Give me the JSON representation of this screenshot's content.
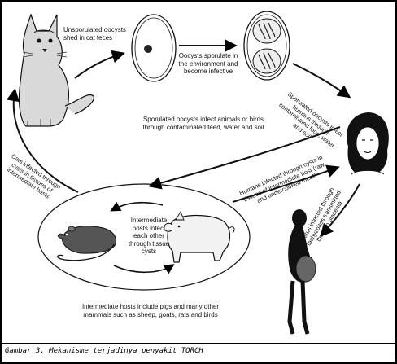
{
  "diagram": {
    "labels": {
      "unsporulated": "Unsporulated oocysts shed in cat feces",
      "sporulate": "Oocysts sporulate in the environment and become infective",
      "sporulated_humans": "Sporulated oocysts infect humans through contaminated food, water and soil",
      "animals_birds": "Sporulated oocysts infect animals or birds through contaminated feed, water and soil",
      "cats_infected": "Cats infected through cysts in tissues of intermediate hosts",
      "intermediate_each": "Intermediate hosts infect each other through tissue cysts",
      "humans_infected": "Humans infected through cysts in tissues of intermediate host (raw and undercooked meat)",
      "fetus": "Fetus infected through tachyzoites transmitted through placenta",
      "intermediate_include": "Intermediate hosts include pigs and many other mammals such as sheep, goats, rats and birds"
    },
    "icons": [
      "cat-icon",
      "oocyst-icon",
      "sporulated-oocyst-icon",
      "woman-icon",
      "rat-icon",
      "pig-icon",
      "pregnant-woman-icon"
    ]
  },
  "caption": "Gambar 3. Mekanisme terjadinya penyakit TORCH"
}
